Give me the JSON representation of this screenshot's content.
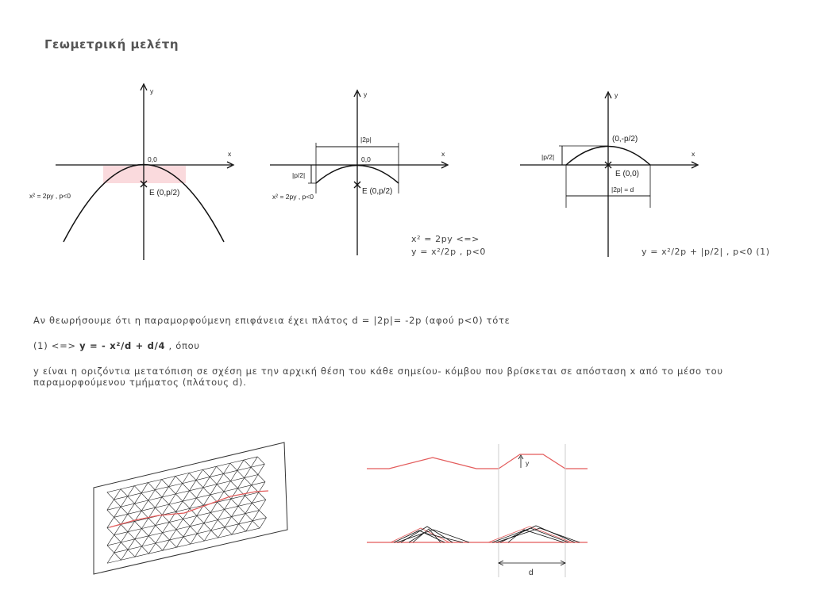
{
  "title": "Γεωμετρική μελέτη",
  "figures": [
    {
      "axis_y": "y",
      "axis_x": "x",
      "origin": "0,0",
      "focus": "E (0,p/2)",
      "equation": "x² = 2py , p<0"
    },
    {
      "axis_y": "y",
      "axis_x": "x",
      "origin": "0,0",
      "focus": "E (0,p/2)",
      "equation": "x² = 2py , p<0",
      "width_label": "|2p|",
      "half_label": "|p/2|"
    },
    {
      "axis_y": "y",
      "axis_x": "x",
      "vertex": "(0,-p/2)",
      "focus": "E (0,0)",
      "width_label": "|2p| = d",
      "half_label": "|p/2|"
    }
  ],
  "notes": {
    "eq_line1": "x² = 2py <=>",
    "eq_line2": "y = x²/2p , p<0",
    "eq_right": "y = x²/2p + |p/2| , p<0 (1)"
  },
  "paragraph": {
    "line1": "Αν θεωρήσουμε ότι η παραμορφούμενη επιφάνεια έχει πλάτος d = |2p|= -2p (αφού p<0) τότε",
    "line2_prefix": "(1) <=> ",
    "line2_bold": "y = - x²/d + d/4",
    "line2_suffix": " , όπου",
    "line3": "y είναι η οριζόντια μετατόπιση σε σχέση με την αρχική θέση του κάθε σημείου- κόμβου που βρίσκεται σε απόσταση x από το μέσο του παραμορφούμενου τμήματος (πλάτους d)."
  },
  "bottom_right": {
    "y_label": "y",
    "d_label": "d"
  },
  "colors": {
    "red": "#e35b5b",
    "pink": "#fadadd",
    "line": "#111111"
  }
}
